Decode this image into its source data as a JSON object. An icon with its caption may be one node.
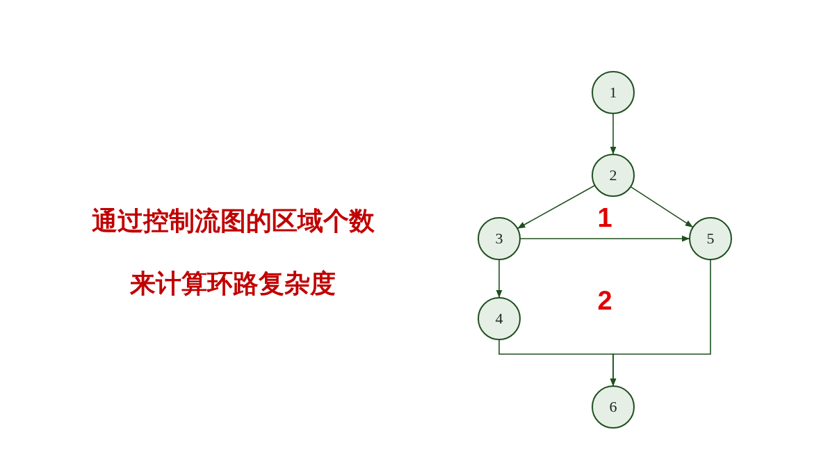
{
  "diagram": {
    "nodes": [
      {
        "text": [
          "1"
        ]
      },
      {
        "text": [
          "2"
        ]
      },
      {
        "text": [
          "3"
        ]
      },
      {
        "text": [
          "5"
        ]
      },
      {
        "text": [
          "4"
        ]
      },
      {
        "text": [
          "6"
        ]
      }
    ],
    "edges": [
      {
        "from": 0,
        "to": 1,
        "arrow": "to"
      },
      {
        "from": 1,
        "to": 2,
        "arrow": "to"
      },
      {
        "from": 1,
        "to": 3,
        "arrow": "to"
      },
      {
        "from": 2,
        "to": 3,
        "arrow": "to"
      },
      {
        "from": 2,
        "to": 4,
        "arrow": "to"
      },
      {
        "from": 4,
        "to": 5,
        "arrow": "to"
      },
      {
        "from": 3,
        "to": 5,
        "arrow": "to"
      }
    ],
    "labels": [
      "通过控制流图的区域个数",
      "来计算环路复杂度",
      "1",
      "2"
    ]
  }
}
